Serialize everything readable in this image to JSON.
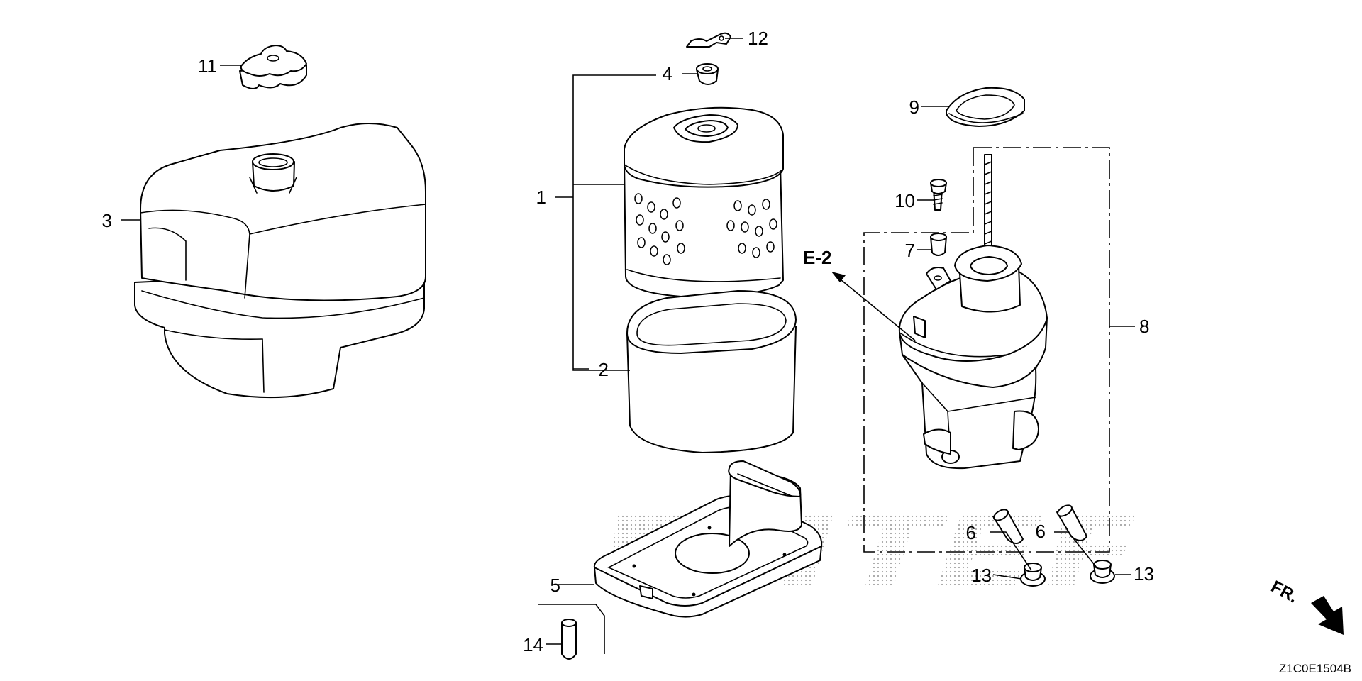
{
  "diagram": {
    "drawing_code": "Z1C0E1504B",
    "reference_label": "E-2",
    "direction_label": "FR.",
    "watermark_color": "#bdbdbd",
    "callouts": {
      "c1": "1",
      "c2": "2",
      "c3": "3",
      "c4": "4",
      "c5": "5",
      "c6a": "6",
      "c6b": "6",
      "c7": "7",
      "c8": "8",
      "c9": "9",
      "c10": "10",
      "c11": "11",
      "c12": "12",
      "c13a": "13",
      "c13b": "13",
      "c14": "14"
    }
  }
}
